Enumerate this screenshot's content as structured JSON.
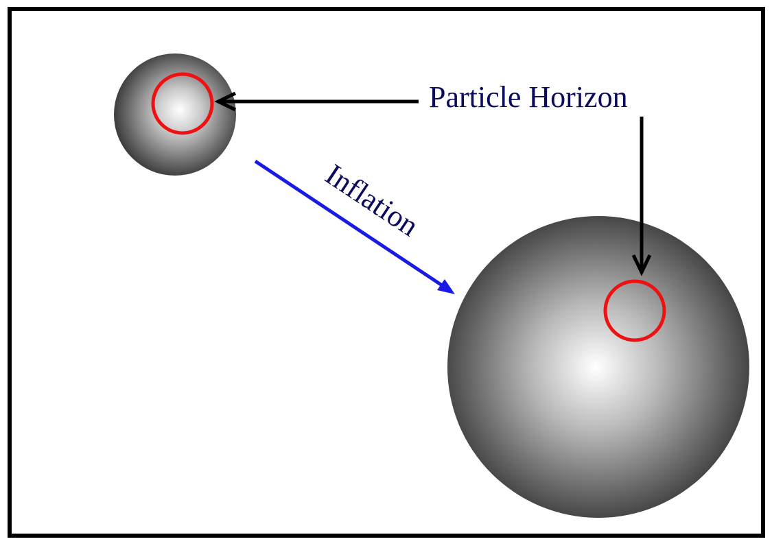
{
  "labels": {
    "particle_horizon": "Particle Horizon",
    "inflation": "Inflation"
  },
  "colors": {
    "frame": "#000000",
    "background": "#ffffff",
    "horizon_circle": "#ee1111",
    "pointer_arrow": "#000000",
    "inflation_arrow": "#1a1ae6",
    "label_text": "#0b0b5e",
    "sphere_highlight": "#ffffff",
    "sphere_shadow": "#3a3a3a"
  },
  "elements": {
    "small_sphere": "small-universe-sphere",
    "large_sphere": "large-universe-sphere",
    "small_horizon": "particle-horizon-circle",
    "large_horizon": "particle-horizon-circle",
    "pointer_left": "arrow-left-icon",
    "pointer_down": "arrow-down-icon",
    "inflation_arrow": "arrow-diagonal-icon"
  }
}
